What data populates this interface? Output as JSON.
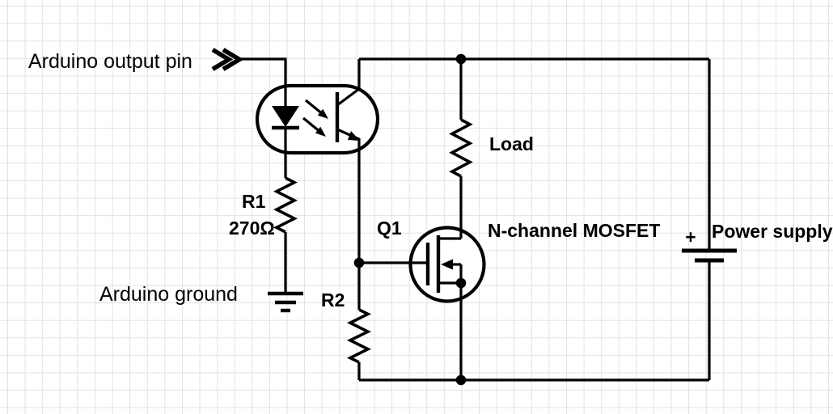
{
  "labels": {
    "arduino_output_pin": "Arduino output pin",
    "arduino_ground": "Arduino ground",
    "r1_name": "R1",
    "r1_value": "270Ω",
    "r2_name": "R2",
    "q1_name": "Q1",
    "load": "Load",
    "mosfet_type": "N-channel MOSFET",
    "power_supply": "Power supply",
    "battery_polarity": "+"
  },
  "colors": {
    "stroke": "#000000",
    "background": "#ffffff",
    "grid": "#e2e2e2",
    "text": "#000000"
  },
  "components": [
    {
      "name": "arduino-output-pin-connector",
      "type": "input-connector",
      "label": "Arduino output pin"
    },
    {
      "name": "optocoupler",
      "type": "optocoupler-led-phototransistor"
    },
    {
      "name": "r1",
      "type": "resistor",
      "label": "R1",
      "value": "270Ω"
    },
    {
      "name": "arduino-ground",
      "type": "ground",
      "label": "Arduino ground"
    },
    {
      "name": "r2",
      "type": "resistor",
      "label": "R2"
    },
    {
      "name": "q1",
      "type": "n-channel-mosfet",
      "label": "Q1",
      "description": "N-channel MOSFET"
    },
    {
      "name": "load",
      "type": "resistor",
      "label": "Load"
    },
    {
      "name": "power-supply",
      "type": "battery",
      "label": "Power supply",
      "polarity": "+"
    }
  ]
}
